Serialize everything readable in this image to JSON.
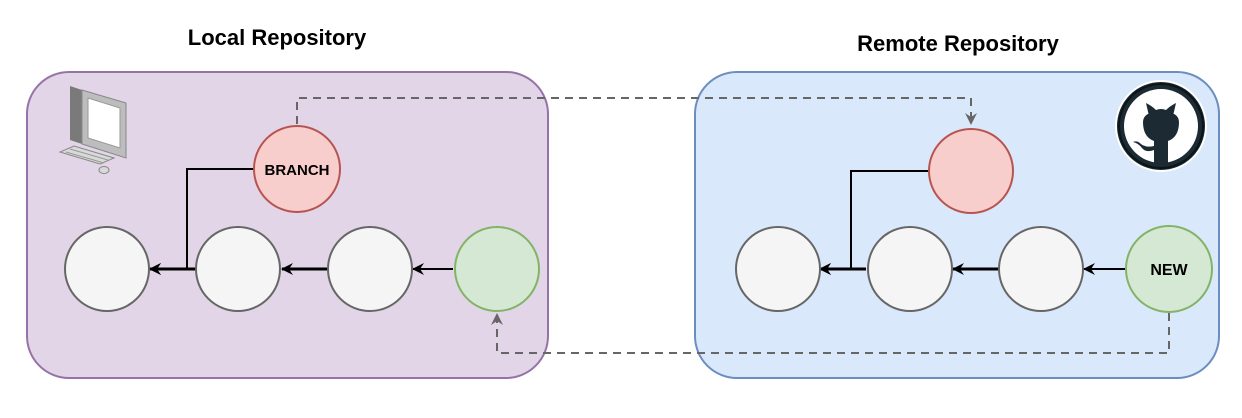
{
  "local": {
    "title": "Local Repository",
    "branch_label": "BRANCH",
    "icon": "desktop-computer-icon"
  },
  "remote": {
    "title": "Remote Repository",
    "new_label": "NEW",
    "icon": "github-octocat-icon"
  },
  "colors": {
    "local_panel_fill": "#e1d5e7",
    "local_panel_stroke": "#9673a6",
    "remote_panel_fill": "#dae8fc",
    "remote_panel_stroke": "#6c8ebf",
    "commit_fill": "#f5f5f5",
    "commit_stroke": "#666666",
    "branch_fill": "#f8cecc",
    "branch_stroke": "#b85450",
    "new_fill": "#d5e8d4",
    "new_stroke": "#82b366",
    "dashed_connector": "#666666"
  }
}
